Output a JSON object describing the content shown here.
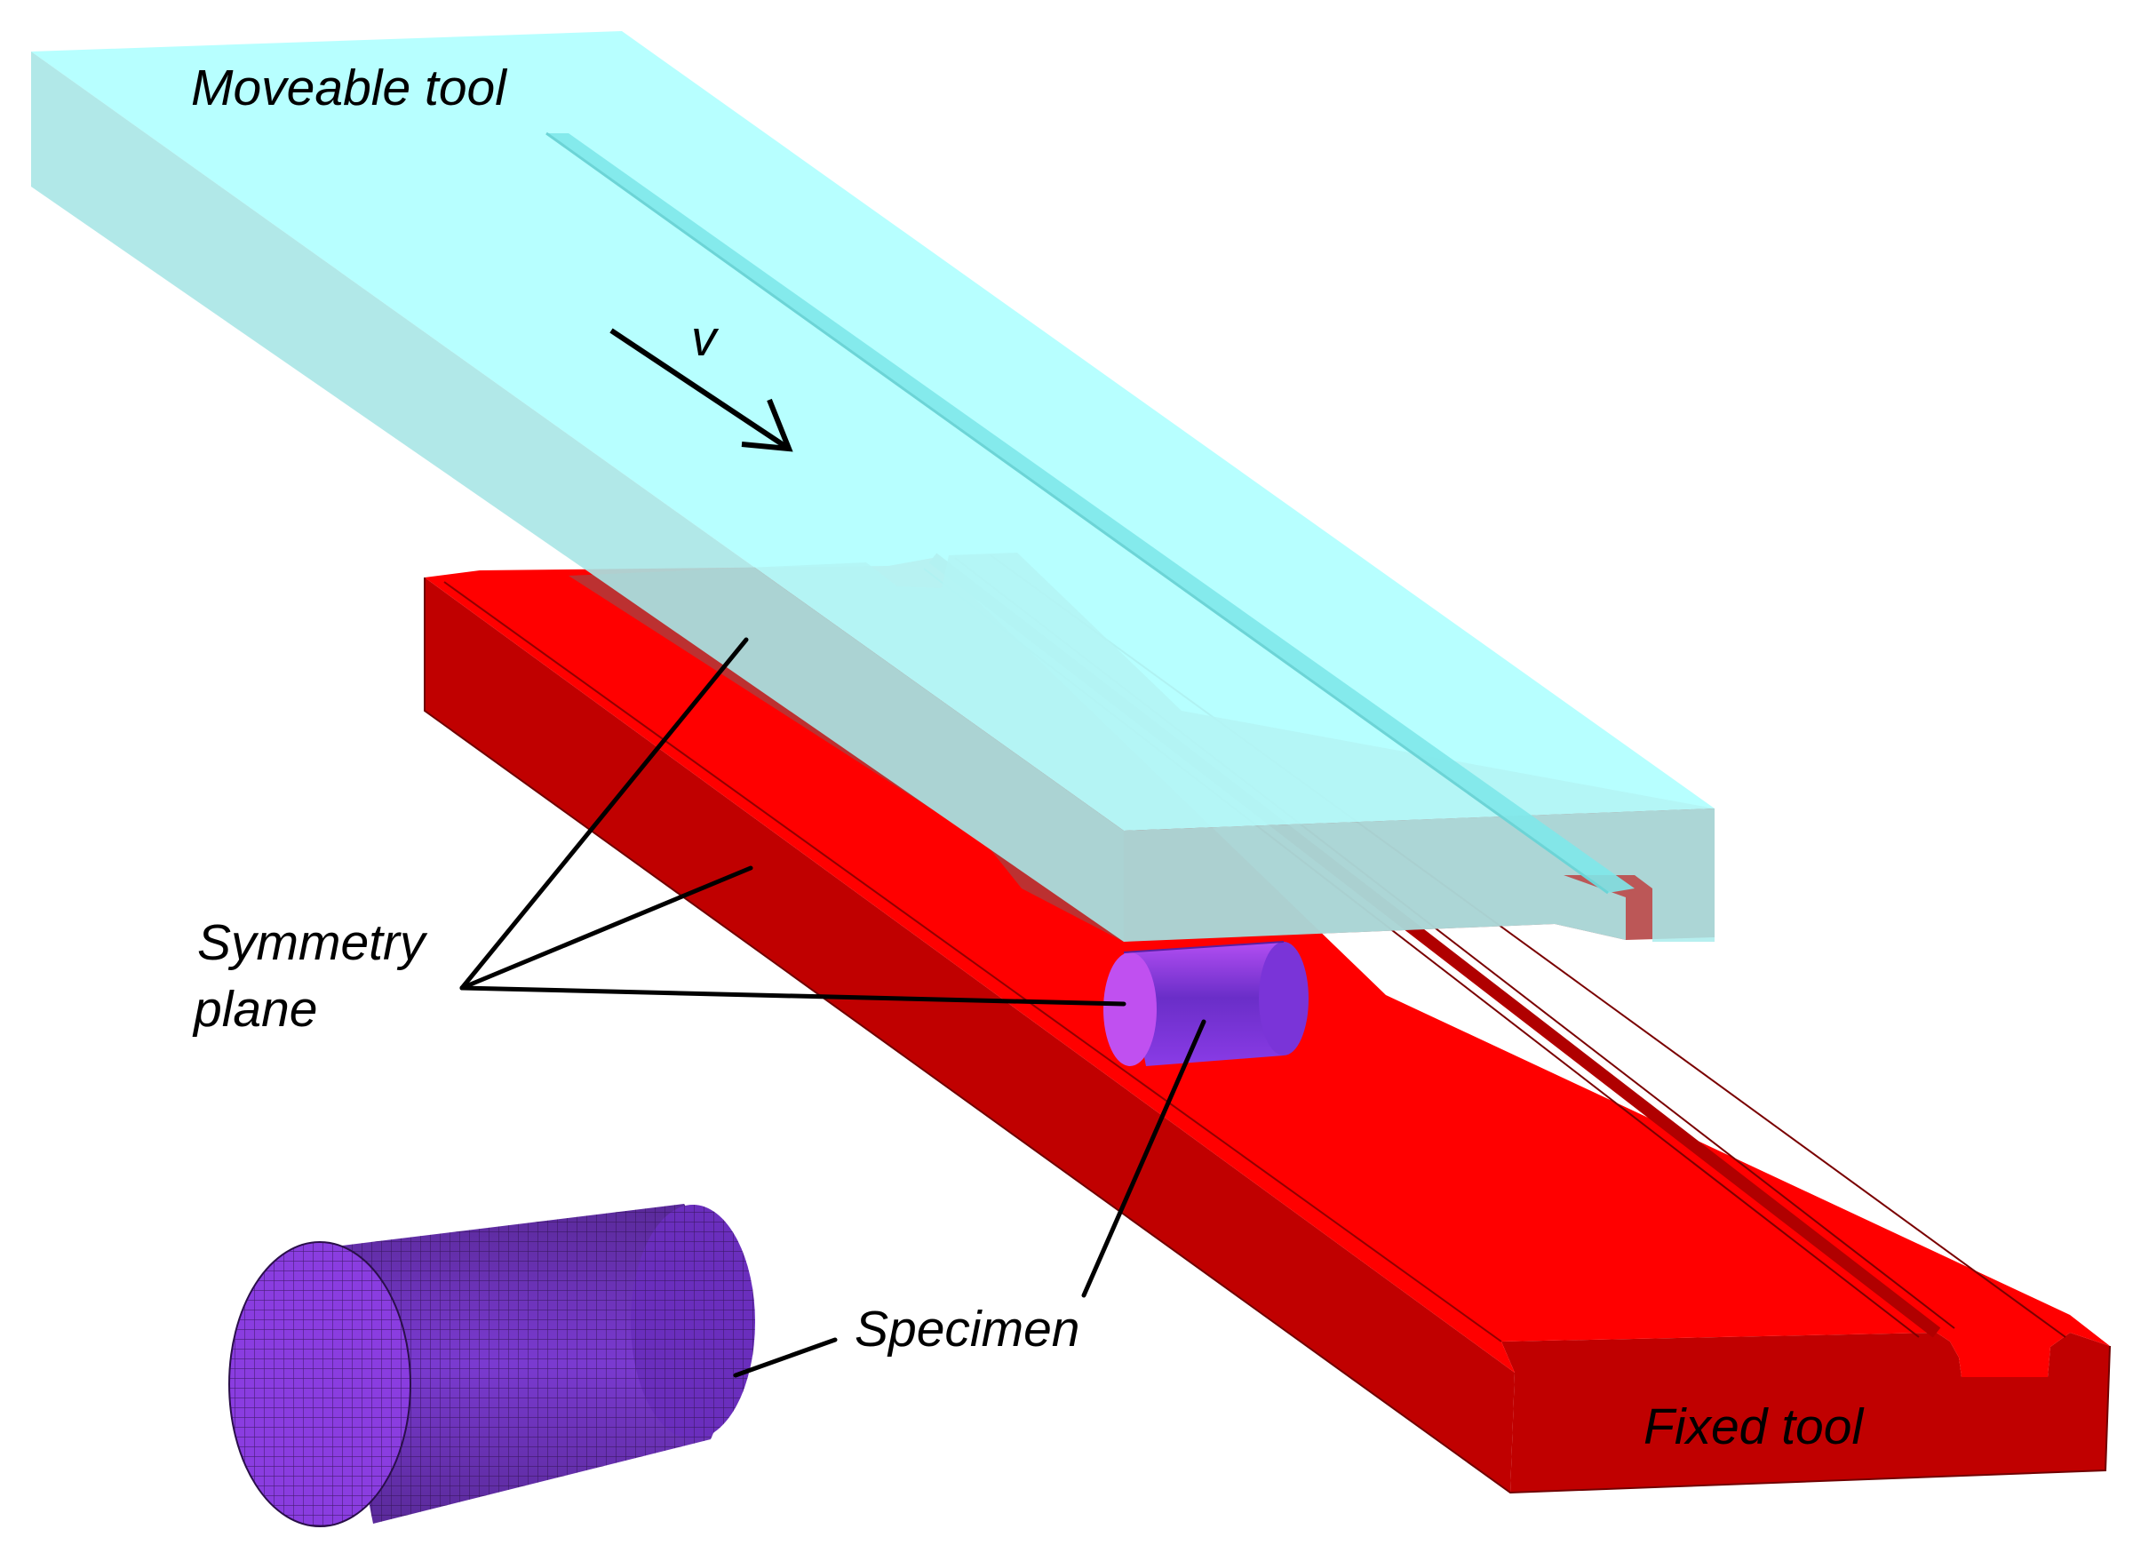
{
  "labels": {
    "moveable_tool": "Moveable tool",
    "velocity": "v",
    "symmetry_line1": "Symmetry",
    "symmetry_line2": "plane",
    "specimen": "Specimen",
    "fixed_tool": "Fixed tool"
  },
  "colors": {
    "moveable_tool_top": "#b3ffff",
    "moveable_tool_side": "#a9ecec",
    "moveable_tool_groove": "#7ee8ea",
    "fixed_tool_top": "#ff0000",
    "fixed_tool_side": "#c00000",
    "overlap_region": "#b03a3a",
    "specimen_body": "#6a2ec8",
    "specimen_face": "#c050f0",
    "mesh_specimen": "#8a3de0",
    "leader_lines": "#000000"
  },
  "icons": [
    "velocity-arrow-icon"
  ]
}
